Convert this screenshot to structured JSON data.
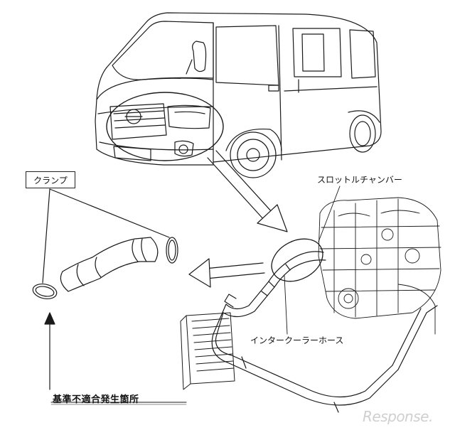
{
  "labels": {
    "clamp": "クランプ",
    "throttle_chamber": "スロットルチャンバー",
    "intercooler_hose": "インタークーラーホース",
    "defect_location": "基準不適合発生箇所"
  },
  "watermark": {
    "text": "Response."
  },
  "colors": {
    "line": "#1a1a1a",
    "watermark": "#cfcfcf",
    "background": "#ffffff"
  }
}
